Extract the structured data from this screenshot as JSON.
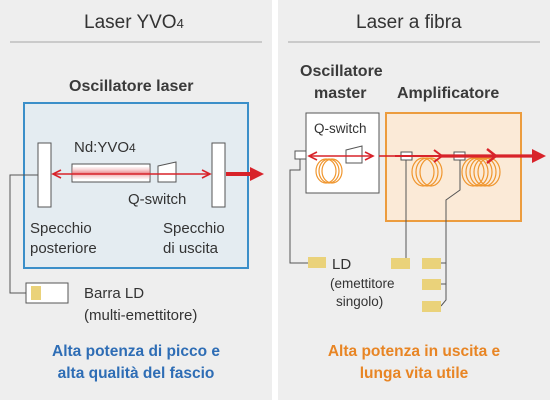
{
  "left_panel": {
    "title": "Laser YVO",
    "title_sub": "4",
    "section_label": "Oscillatore laser",
    "crystal_label": "Nd:YVO",
    "crystal_sub": "4",
    "qswitch_label": "Q-switch",
    "rear_mirror_label_1": "Specchio",
    "rear_mirror_label_2": "posteriore",
    "output_mirror_label_1": "Specchio",
    "output_mirror_label_2": "di uscita",
    "diode_bar_label_1": "Barra LD",
    "diode_bar_label_2": "(multi-emettitore)",
    "tagline_1": "Alta potenza di picco e",
    "tagline_2": "alta qualità del fascio"
  },
  "right_panel": {
    "title": "Laser a fibra",
    "master_label_1": "Oscillatore",
    "master_label_2": "master",
    "amplifier_label": "Amplificatore",
    "qswitch_label": "Q-switch",
    "ld_label": "LD",
    "ld_note_1": "(emettitore",
    "ld_note_2": "singolo)",
    "tagline_1": "Alta potenza in uscita e",
    "tagline_2": "lunga vita utile"
  },
  "colors": {
    "panel_bg": "#eeeeee",
    "divider": "#b5b5b5",
    "oscillator_border": "#3b8fc9",
    "oscillator_fill": "#e4ecf1",
    "amplifier_border": "#ec9c3e",
    "amplifier_fill": "#fbead7",
    "beam": "#d8232a",
    "diode": "#ead27a",
    "coil": "#f0962e",
    "tagline_left": "#2e6db5",
    "tagline_right": "#e88524"
  }
}
